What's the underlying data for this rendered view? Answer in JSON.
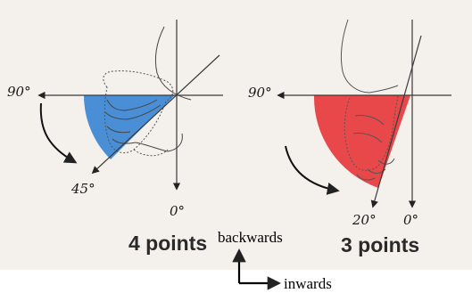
{
  "colors": {
    "left_wedge": "#4a8fd6",
    "right_wedge": "#e9484a",
    "line": "#3a3a3a"
  },
  "left": {
    "angle_90": "90°",
    "angle_45": "45°",
    "angle_0": "0°",
    "score": "4 points"
  },
  "right": {
    "angle_90": "90°",
    "angle_20": "20°",
    "angle_0": "0°",
    "score": "3 points"
  },
  "legend": {
    "backwards": "backwards",
    "inwards": "inwards"
  }
}
